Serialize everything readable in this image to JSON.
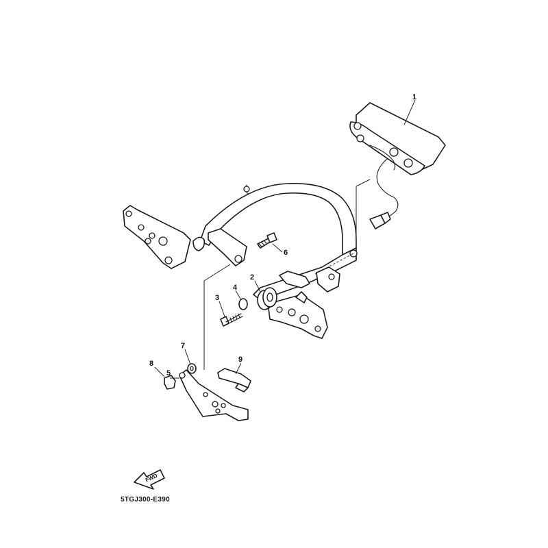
{
  "diagram": {
    "code": "5TGJ300-E390",
    "direction_label": "FWD",
    "callouts": [
      "1",
      "2",
      "3",
      "4",
      "5",
      "6",
      "7",
      "8",
      "9"
    ]
  }
}
